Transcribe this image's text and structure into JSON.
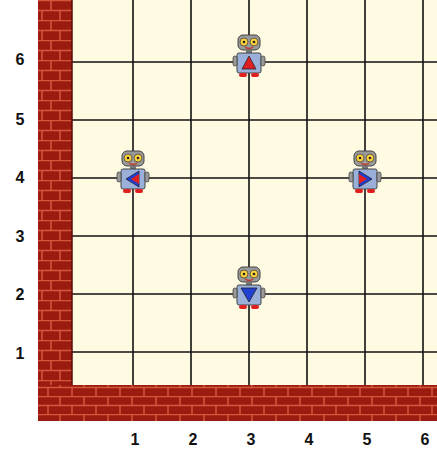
{
  "diagram": {
    "labels": [
      "6",
      "5",
      "4",
      "3",
      "2",
      "1",
      "1",
      "2",
      "3",
      "4",
      "5",
      "6"
    ]
  }
}
